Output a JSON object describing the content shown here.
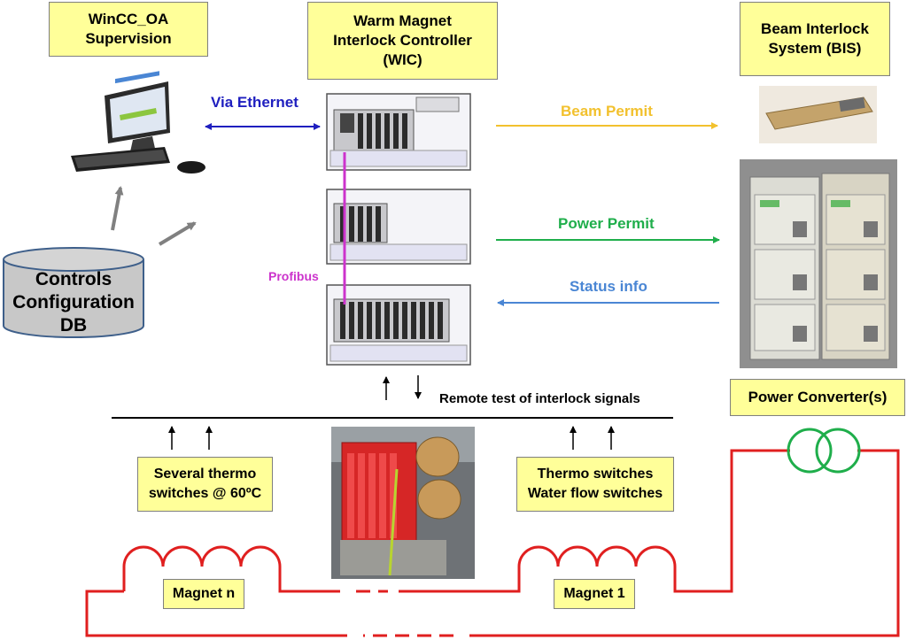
{
  "boxes": {
    "wincc": "WinCC_OA\nSupervision",
    "wic": "Warm Magnet\nInterlock Controller\n(WIC)",
    "bis": "Beam Interlock\nSystem  (BIS)",
    "power_converter": "Power Converter(s)",
    "thermo_left": "Several thermo\nswitches @ 60ºC",
    "thermo_right": "Thermo switches\nWater flow switches",
    "magnet_n": "Magnet n",
    "magnet_1": "Magnet 1"
  },
  "database": "Controls\nConfiguration\nDB",
  "labels": {
    "ethernet": "Via Ethernet",
    "beam_permit": "Beam Permit",
    "power_permit": "Power Permit",
    "status_info": "Status info",
    "profibus": "Profibus",
    "remote_test": "Remote test of interlock signals"
  },
  "colors": {
    "box_fill": "#ffff99",
    "ethernet": "#1f1fbf",
    "beam_permit": "#f2c12e",
    "power_permit": "#1fae4b",
    "status_info": "#4a86d4",
    "profibus": "#cc33cc",
    "circuit": "#e01f1f",
    "transformer": "#1fae4b",
    "db_fill": "#c8c8c8"
  }
}
